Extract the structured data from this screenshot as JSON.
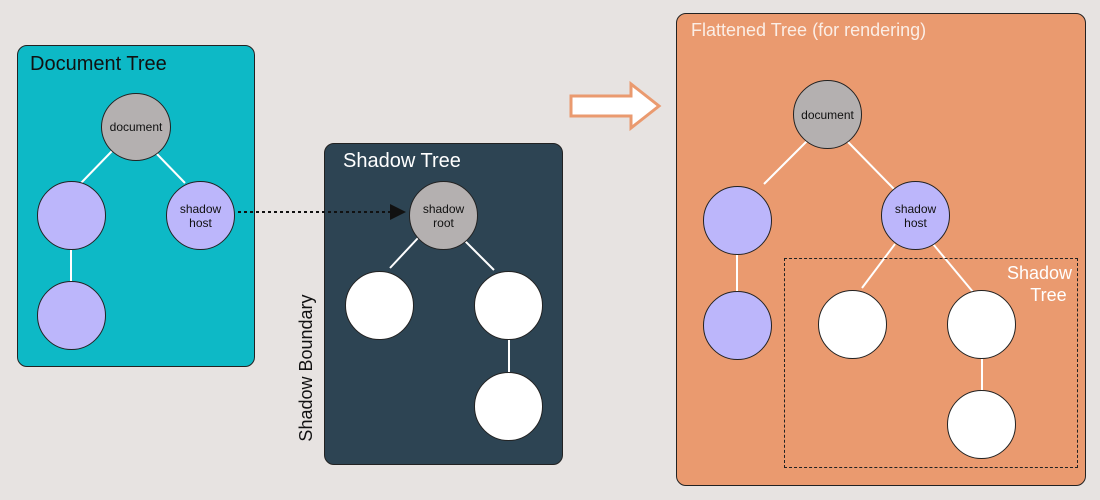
{
  "document_tree": {
    "title": "Document Tree",
    "nodes": {
      "root": "document",
      "host": "shadow\nhost"
    }
  },
  "shadow_tree": {
    "title": "Shadow Tree",
    "nodes": {
      "root": "shadow\nroot"
    }
  },
  "shadow_boundary_label": "Shadow Boundary",
  "flattened_tree": {
    "title": "Flattened Tree (for rendering)",
    "nodes": {
      "root": "document",
      "host": "shadow\nhost"
    },
    "shadow_region_label_line1": "Shadow",
    "shadow_region_label_line2": "Tree"
  },
  "colors": {
    "document_panel": "#0db9c6",
    "shadow_panel": "#2d4453",
    "flattened_panel": "#ea9a6f",
    "gray_node": "#b4b0b0",
    "purple_node": "#bcb6fb",
    "white_node": "#ffffff",
    "arrow_outline": "#ea9a6f"
  }
}
